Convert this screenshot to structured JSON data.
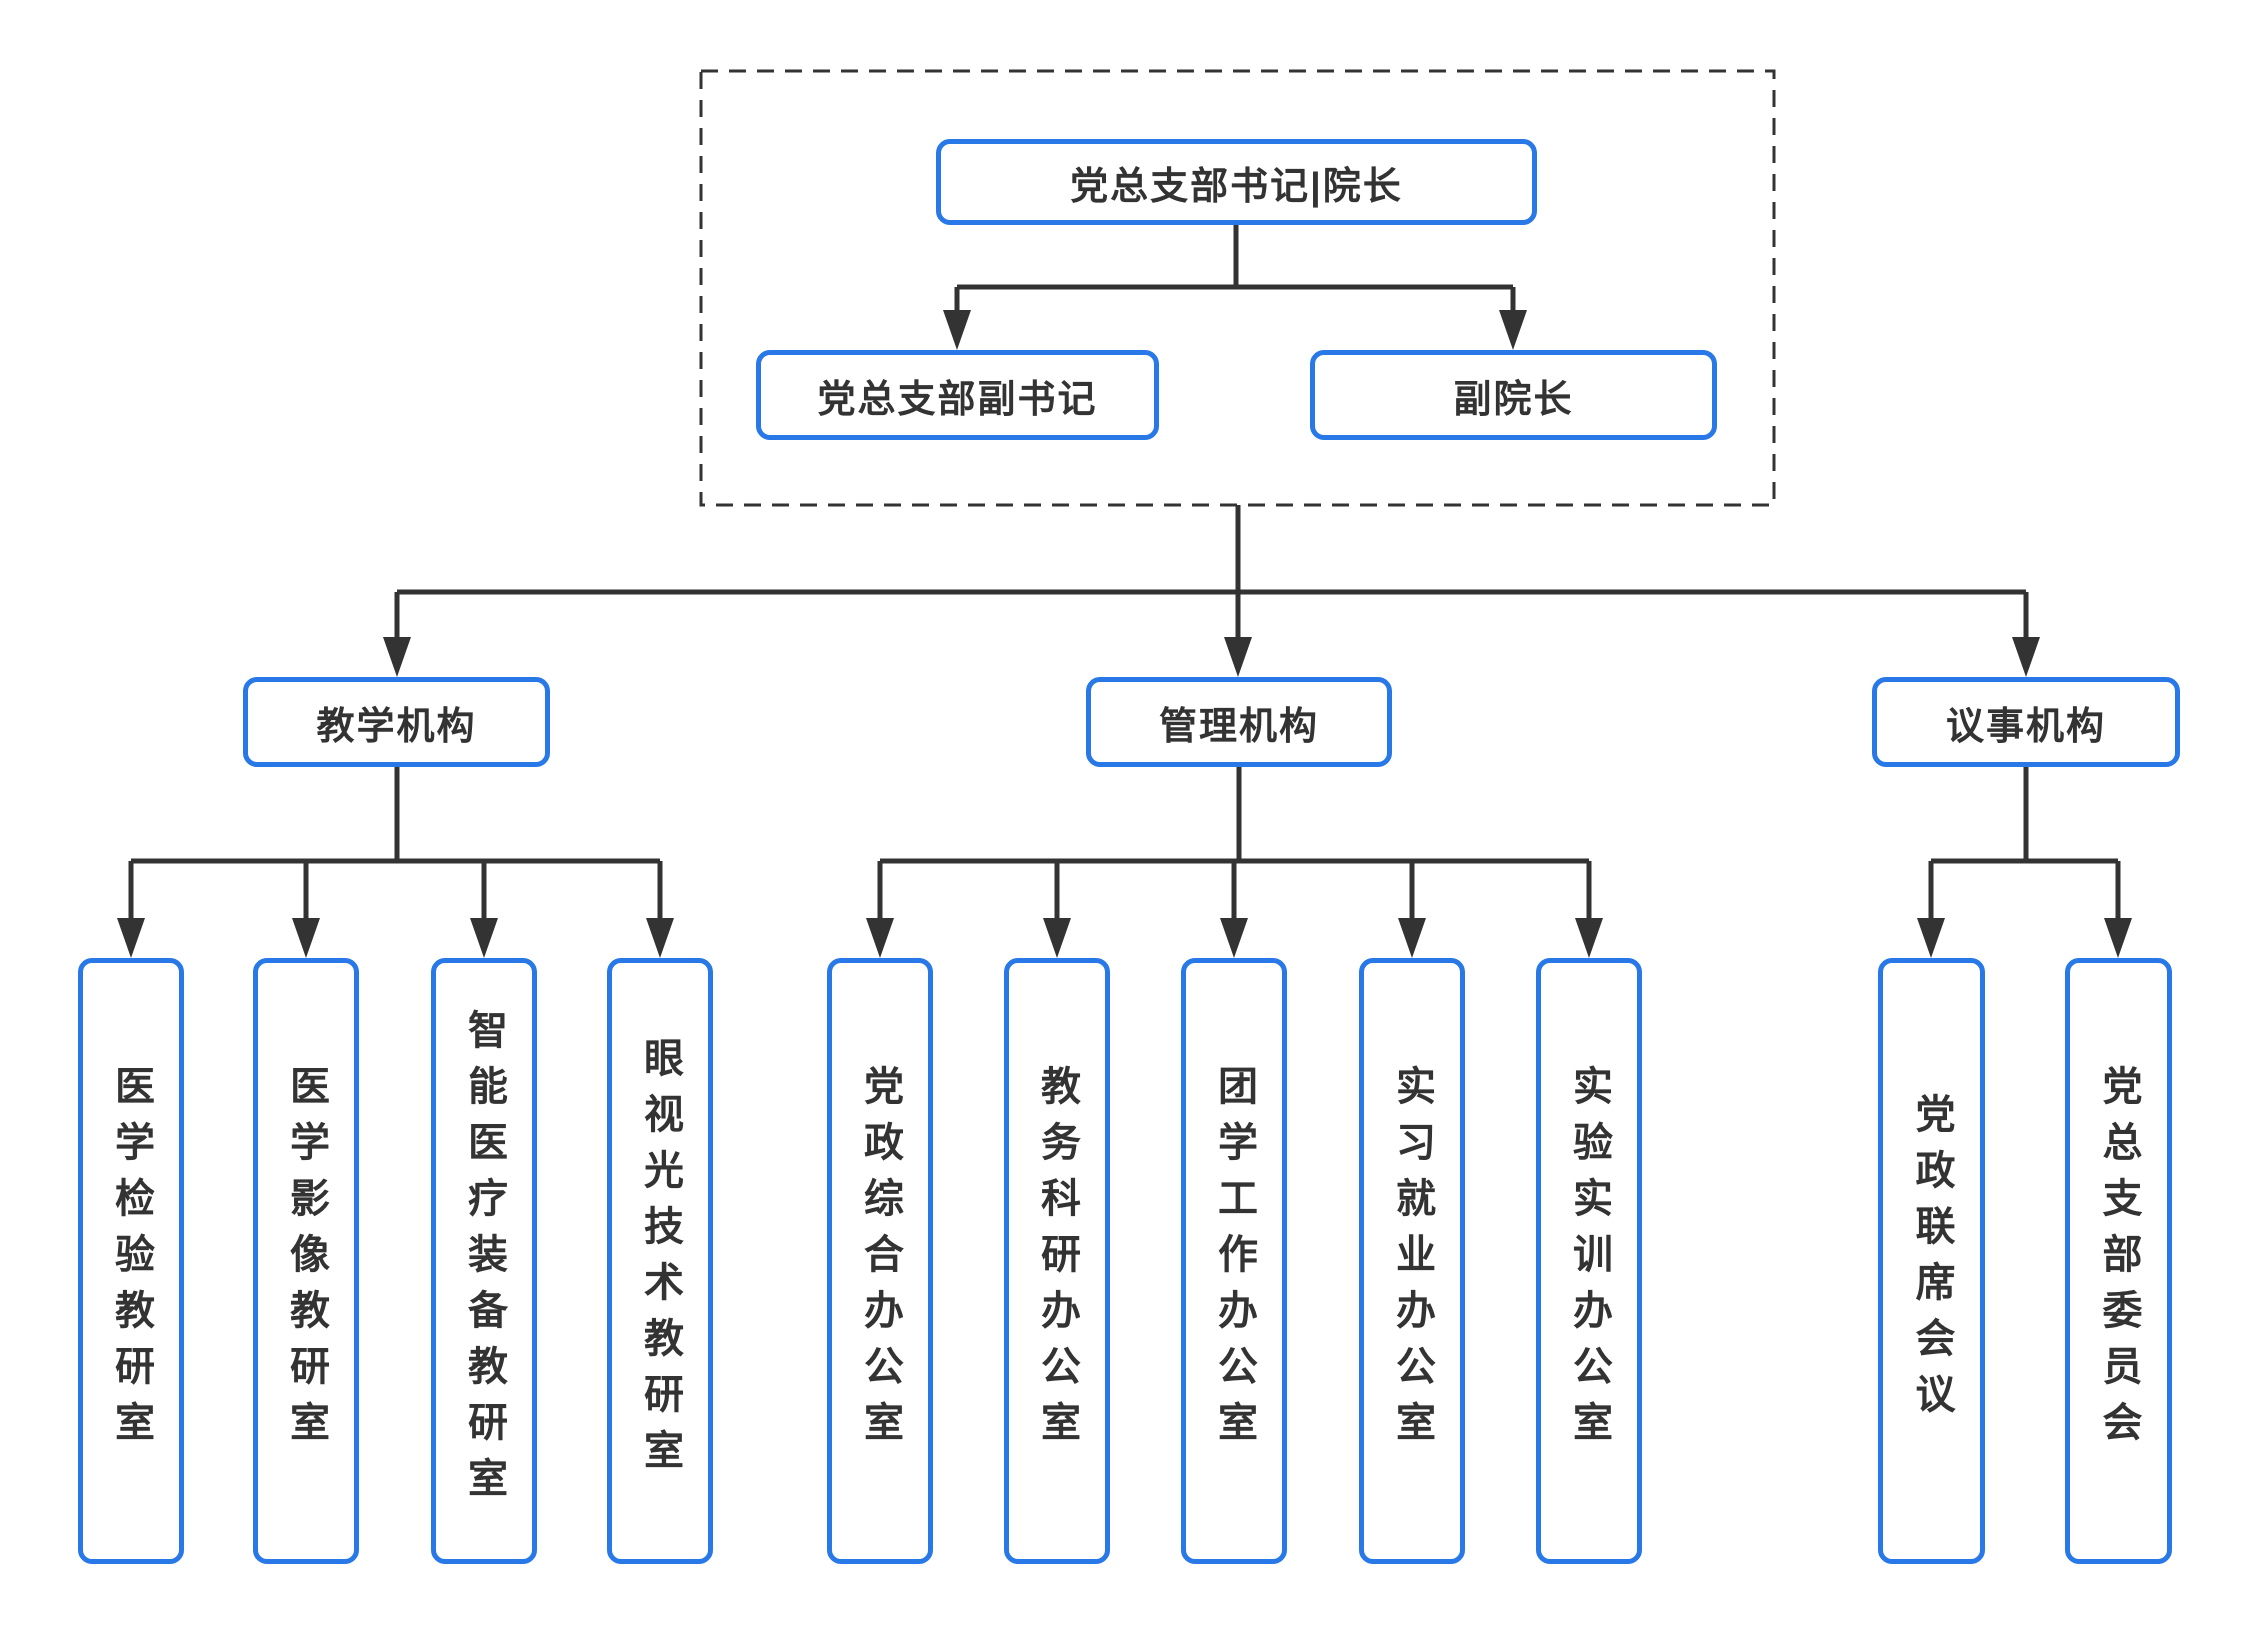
{
  "diagram": {
    "title": "organization-chart",
    "colors": {
      "box_border": "#2878e8",
      "line": "#333333",
      "text": "#333333",
      "background": "#ffffff"
    },
    "root": {
      "label": "党总支部书记|院长"
    },
    "deputies": [
      {
        "label": "党总支部副书记"
      },
      {
        "label": "副院长"
      }
    ],
    "groups": [
      {
        "label": "教学机构",
        "children": [
          "医学检验教研室",
          "医学影像教研室",
          "智能医疗装备教研室",
          "眼视光技术教研室"
        ]
      },
      {
        "label": "管理机构",
        "children": [
          "党政综合办公室",
          "教务科研办公室",
          "团学工作办公室",
          "实习就业办公室",
          "实验实训办公室"
        ]
      },
      {
        "label": "议事机构",
        "children": [
          "党政联席会议",
          "党总支部委员会"
        ]
      }
    ]
  }
}
